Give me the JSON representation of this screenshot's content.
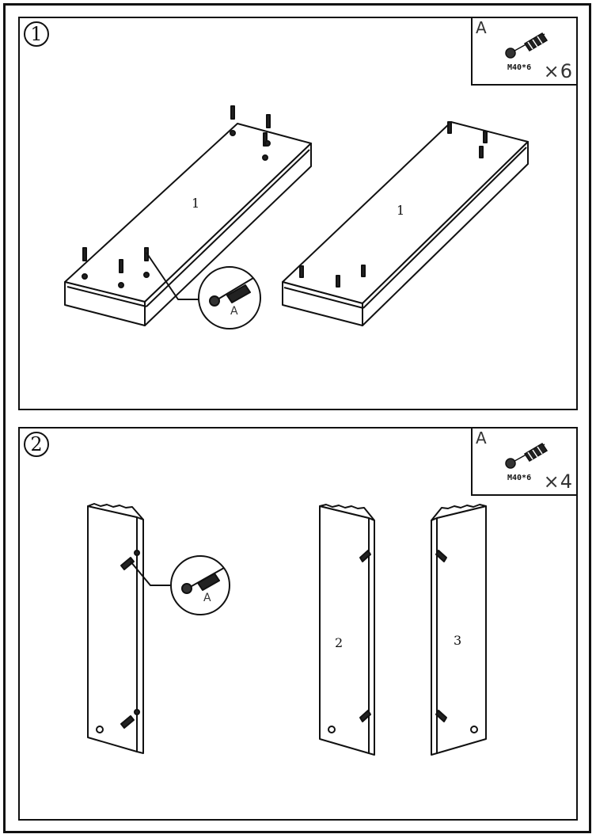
{
  "steps": [
    {
      "number": "1",
      "legend": {
        "letter": "A",
        "size": "M40*6",
        "quantity": "×6"
      },
      "callout_letter": "A",
      "part_labels": [
        "1",
        "1"
      ]
    },
    {
      "number": "2",
      "legend": {
        "letter": "A",
        "size": "M40*6",
        "quantity": "×4"
      },
      "callout_letter": "A",
      "part_labels": [
        "2",
        "3"
      ]
    }
  ]
}
